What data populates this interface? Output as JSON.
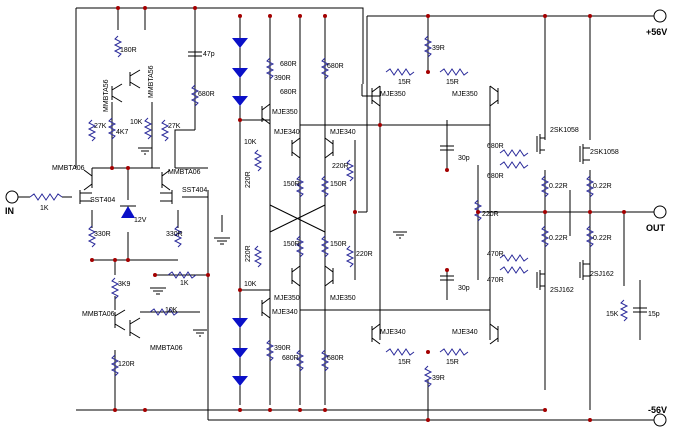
{
  "rails": {
    "vplus": "+56V",
    "vminus": "-56V",
    "out": "OUT",
    "in": "IN"
  },
  "colors": {
    "wire": "#000000",
    "resistor": "#2a2a9a",
    "diode": "#0a10c8",
    "junction": "#a40000",
    "terminal": "#ffffff"
  },
  "transistors": {
    "mmbta56_a": "MMBTA56",
    "mmbta56_b": "MMBTA56",
    "mmbta06_l": "MMBTA06",
    "mmbta06_r": "MMBTA06",
    "sst404_l": "SST404",
    "sst404_r": "SST404",
    "mmbta06_bl": "MMBTA06",
    "mmbta06_br": "MMBTA06",
    "mje350_t": "MJE350",
    "mje340_t": "MJE340",
    "mje340_t2": "MJE340",
    "mje350_pl": "MJE350",
    "mje350_pr": "MJE350",
    "mje350_b": "MJE350",
    "mje350_b2": "MJE350",
    "mje340_b": "MJE340",
    "mje340_nl": "MJE340",
    "mje340_nr": "MJE340",
    "sk1058_a": "2SK1058",
    "sk1058_b": "2SK1058",
    "sj162_a": "2SJ162",
    "sj162_b": "2SJ162"
  },
  "components": {
    "r180": "180R",
    "r4k7": "4K7",
    "r10k_a": "10K",
    "r27k_a": "27K",
    "r27k_b": "27K",
    "c47p": "47p",
    "r680_a": "680R",
    "r680_b": "680R",
    "r390_a": "390R",
    "r680_c": "680R",
    "r10k_b": "10K",
    "r1k_in": "1K",
    "r330_a": "330R",
    "z12v": "12V",
    "r330_b": "330R",
    "r220_a": "220R",
    "r150_a": "150R",
    "r150_b": "150R",
    "r220_b": "220R",
    "r150_c": "150R",
    "r150_d": "150R",
    "r220_c": "220R",
    "r220_d": "220R",
    "r1k_b": "1K",
    "r3k9": "3K9",
    "r10k_c": "10K",
    "r10k_d": "10K",
    "r120": "120R",
    "r390_b": "390R",
    "r680_d": "680R",
    "r680_e": "680R",
    "r39_a": "39R",
    "r15_a": "15R",
    "r15_b": "15R",
    "c30p_a": "30p",
    "r680_g1": "680R",
    "r680_g2": "680R",
    "r022_a": "0.22R",
    "r022_b": "0.22R",
    "r220_mid": "220R",
    "r022_c": "0.22R",
    "r022_d": "0.22R",
    "r470_a": "470R",
    "r470_b": "470R",
    "c30p_b": "30p",
    "r15k": "15K",
    "c15p": "15p",
    "r15_c": "15R",
    "r15_d": "15R",
    "r39_b": "39R"
  }
}
